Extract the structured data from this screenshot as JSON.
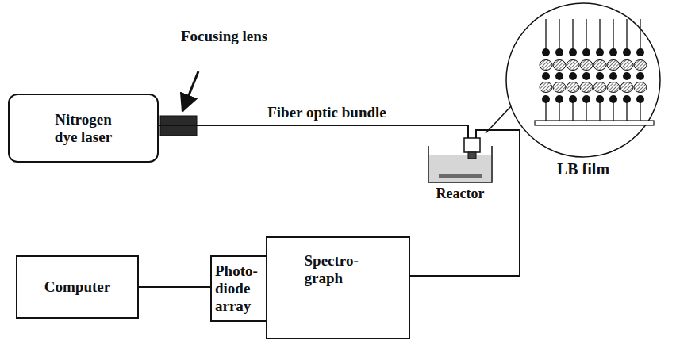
{
  "diagram": {
    "nodes": [
      {
        "text": [
          "Nitrogen dye laser"
        ]
      },
      {
        "text": [
          "Reactor"
        ]
      },
      {
        "text": [
          "LB film"
        ]
      },
      {
        "text": [
          "Computer"
        ]
      },
      {
        "text": [
          "Photo- diode array"
        ]
      },
      {
        "text": [
          "Spectro- graph"
        ]
      }
    ],
    "edges": [
      {
        "from": 0,
        "to": 1,
        "arrow": "none",
        "label": "Fiber optic bundle"
      },
      {
        "from": 1,
        "to": 5,
        "arrow": "none"
      },
      {
        "from": 3,
        "to": 4,
        "arrow": "none"
      }
    ],
    "labels": [
      "Focusing lens"
    ]
  }
}
